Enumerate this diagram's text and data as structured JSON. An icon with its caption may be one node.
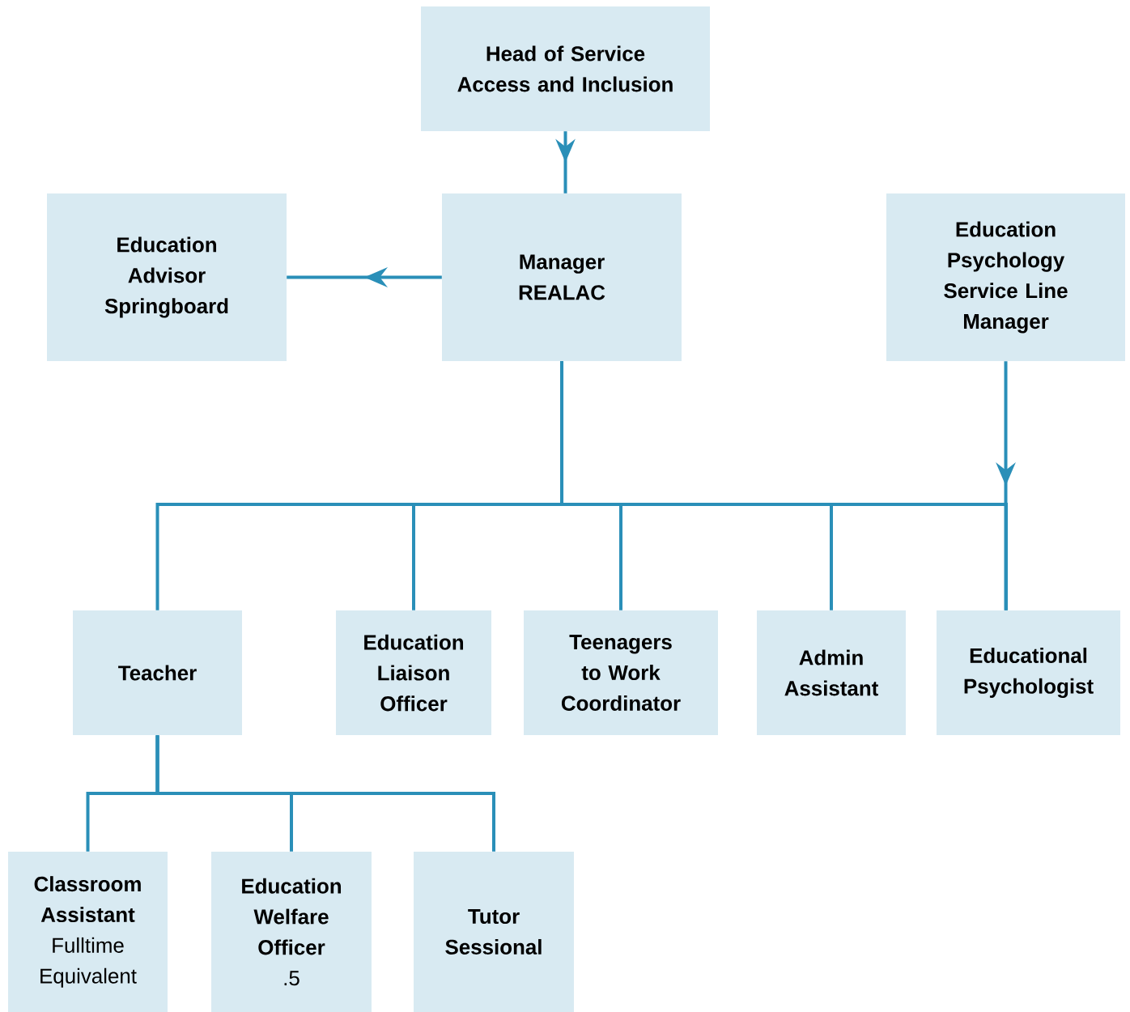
{
  "diagram": {
    "nodes": [
      {
        "text": [
          "Head of Service Access and Inclusion"
        ]
      },
      {
        "text": [
          "Education Advisor Springboard"
        ]
      },
      {
        "text": [
          "Manager REALAC"
        ]
      },
      {
        "text": [
          "Education Psychology Service Line Manager"
        ]
      },
      {
        "text": [
          "Teacher"
        ]
      },
      {
        "text": [
          "Education Liaison Officer"
        ]
      },
      {
        "text": [
          "Teenagers to Work Coordinator"
        ]
      },
      {
        "text": [
          "Admin Assistant"
        ]
      },
      {
        "text": [
          "Educational Psychologist"
        ]
      },
      {
        "text": [
          "Classroom Assistant",
          "Fulltime Equivalent"
        ]
      },
      {
        "text": [
          "Education Welfare Officer",
          ".5"
        ]
      },
      {
        "text": [
          "Tutor Sessional"
        ]
      }
    ],
    "edges": [
      {
        "from": 0,
        "to": 2,
        "arrow": "to"
      },
      {
        "from": 2,
        "to": 1,
        "arrow": "to"
      },
      {
        "from": 3,
        "to": 8,
        "arrow": "to"
      },
      {
        "from": 2,
        "to": 4,
        "arrow": "none"
      },
      {
        "from": 2,
        "to": 5,
        "arrow": "none"
      },
      {
        "from": 2,
        "to": 6,
        "arrow": "none"
      },
      {
        "from": 2,
        "to": 7,
        "arrow": "none"
      },
      {
        "from": 2,
        "to": 8,
        "arrow": "none"
      },
      {
        "from": 4,
        "to": 9,
        "arrow": "none"
      },
      {
        "from": 4,
        "to": 10,
        "arrow": "none"
      },
      {
        "from": 4,
        "to": 11,
        "arrow": "none"
      }
    ]
  }
}
